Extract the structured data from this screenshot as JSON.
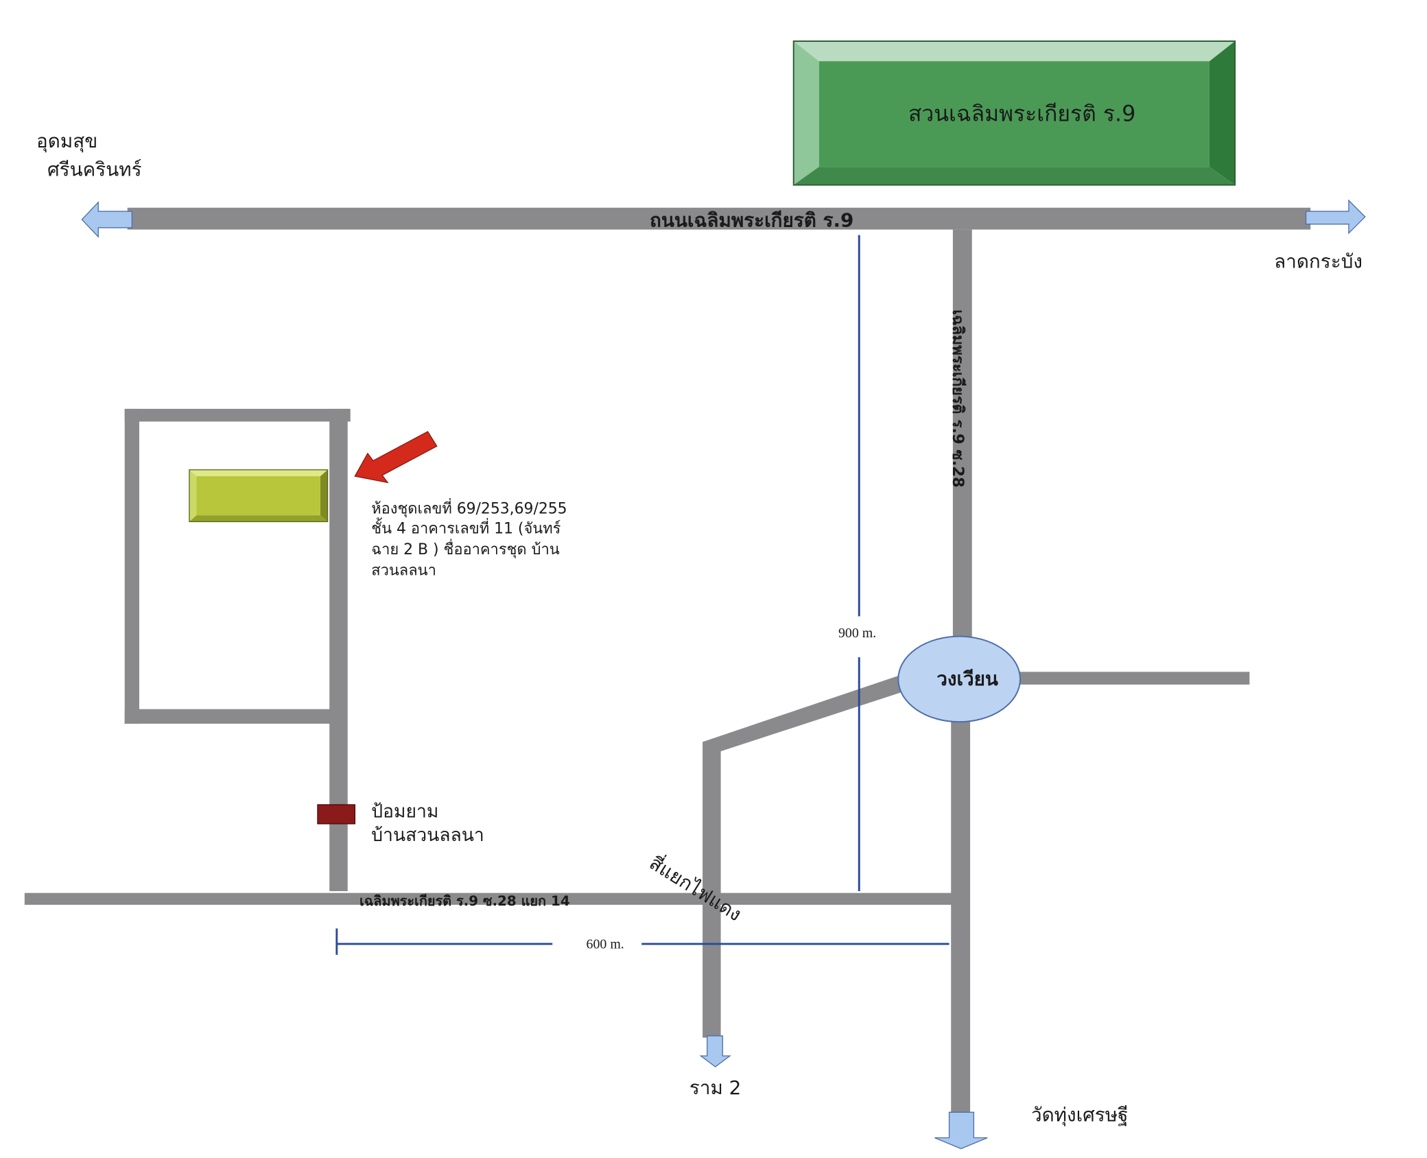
{
  "park": {
    "label": "สวนเฉลิมพระเกียรติ ร.9",
    "color": "#4a9a56"
  },
  "main_road": {
    "label": "ถนนเฉลิมพระเกียรติ ร.9"
  },
  "directions": {
    "west_1": "อุดมสุข",
    "west_2": "ศรีนครินทร์",
    "east": "ลาดกระบัง",
    "south_1": "ราม 2",
    "south_2": "วัดทุ่งเศรษฐี"
  },
  "soi_road": {
    "label": "เฉลิมพระเกียรติ ร.9 ซ.28"
  },
  "roundabout": {
    "label": "วงเวียน"
  },
  "bottom_road": {
    "label": "เฉลิมพระเกียรติ ร.9 ซ.28 แยก 14"
  },
  "intersection": {
    "label": "สี่แยกไฟแดง"
  },
  "distances": {
    "vertical": "900 m.",
    "horizontal": "600 m."
  },
  "property": {
    "line1": "ห้องชุดเลขที่ 69/253,69/255",
    "line2": "ชั้น 4 อาคารเลขที่ 11 (จันทร์",
    "line3": "ฉาย 2 B ) ชื่ออาคารชุด บ้าน",
    "line4": "สวนลลนา"
  },
  "guard_house": {
    "line1": "ป้อมยาม",
    "line2": "บ้านสวนลลนา"
  },
  "colors": {
    "road": "#8a8a8c",
    "arrow": "#a9c8f0",
    "measure": "#2a4a9a",
    "pointer": "#d42a1c"
  }
}
